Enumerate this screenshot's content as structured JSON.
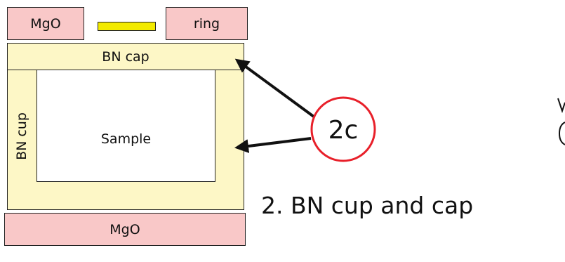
{
  "diagram": {
    "mgo_top_label": "MgO",
    "ring_label": "ring",
    "bn_cap_label": "BN cap",
    "bn_cup_label": "BN cup",
    "sample_label": "Sample",
    "mgo_bottom_label": "MgO",
    "callout_label": "2c",
    "caption": "2.  BN cup and cap",
    "colors": {
      "mgo_fill": "#f9c8c8",
      "bn_fill": "#fdf7c6",
      "sample_fill": "#ffffff",
      "heater_fill": "#f2ea00",
      "callout_stroke": "#e8202a",
      "line": "#111111"
    }
  }
}
